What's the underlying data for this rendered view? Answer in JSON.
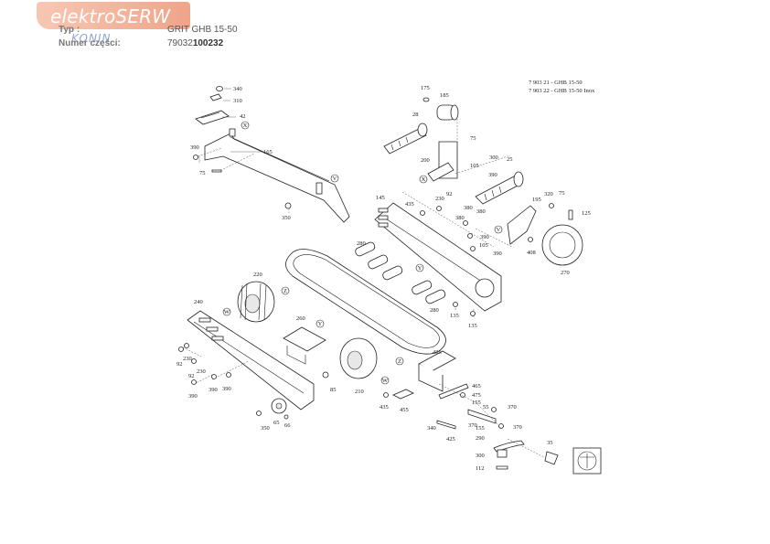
{
  "header": {
    "logo_text": "elektroSERW",
    "logo_subtext": "KONIN",
    "type_label": "Typ :",
    "type_value": "GRIT GHB 15-50",
    "part_number_label": "Numer części:",
    "part_number_prefix": "79032",
    "part_number_suffix": "100232"
  },
  "reference_notes": [
    "7 903 21 - GHB 15-50",
    "7 903 22 - GHB 15-50 Inox"
  ],
  "part_labels": [
    "340",
    "310",
    "42",
    "165",
    "390",
    "75",
    "350",
    "175",
    "185",
    "28",
    "75",
    "300",
    "105",
    "390",
    "200",
    "25",
    "195",
    "320",
    "75",
    "125",
    "145",
    "435",
    "230",
    "92",
    "380",
    "380",
    "380",
    "390",
    "105",
    "390",
    "408",
    "270",
    "280",
    "135",
    "135",
    "280",
    "220",
    "240",
    "260",
    "230",
    "92",
    "230",
    "92",
    "390",
    "390",
    "390",
    "85",
    "210",
    "485",
    "465",
    "475",
    "155",
    "55",
    "370",
    "435",
    "455",
    "340",
    "370",
    "155",
    "370",
    "425",
    "290",
    "35",
    "300",
    "112",
    "350",
    "65",
    "66"
  ],
  "callout_letters": [
    "X",
    "V",
    "X",
    "V",
    "Y",
    "Z",
    "W",
    "Y",
    "Z",
    "W"
  ],
  "colors": {
    "logo": "#f0a48a",
    "logo_sub": "#8fa6d6",
    "line": "#222222"
  },
  "logo_icon": "fein-logo-icon"
}
